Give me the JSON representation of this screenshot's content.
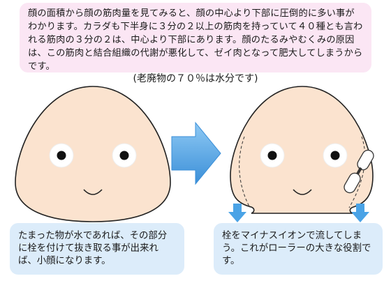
{
  "top_text": "顔の面積から顔の筋肉量を見てみると、顔の中心より下部に圧倒的に多い事がわかります。カラダも下半身に３分の２以上の筋肉を持っていて４０種とも言われる筋肉の３分の２は、中心より下部にあります。顔のたるみやむくみの原因は、この筋肉と結合組織の代謝が悪化して、ゼイ肉となって肥大してしまうからです。",
  "caption": "(老廃物の７０％は水分です)",
  "left_note": "たまった物が水であれば、その部分に栓を付けて抜き取る事が出来れば、小顔になります。",
  "right_note": "栓をマイナスイオンで流してしまう。これがローラーの大きな役割です。",
  "colors": {
    "face_fill": "#fbe3cf",
    "top_box": "#fbe6f4",
    "note_box": "#dcecfa",
    "arrow": "#4aa3e6"
  }
}
